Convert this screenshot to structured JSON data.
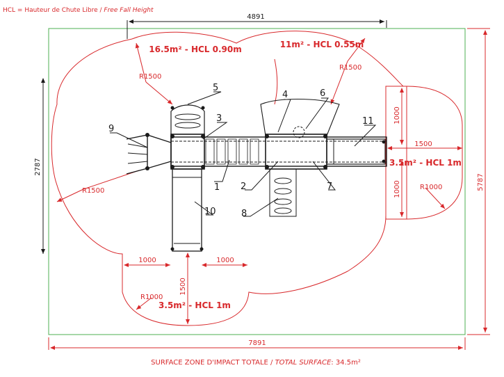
{
  "header": {
    "legend_main": "HCL = Hauteur de Chute Libre / ",
    "legend_italic": "Free Fall Height"
  },
  "dimensions": {
    "top_width": "4891",
    "total_width": "7891",
    "left_height": "2787",
    "right_height": "5787",
    "right_zone_top": "1000",
    "right_zone_bottom": "1000",
    "right_zone_width": "1500",
    "bottom_left": "1000",
    "bottom_right": "1000",
    "bottom_height": "1500"
  },
  "radii": {
    "top_left": "R1500",
    "top_right": "R1500",
    "left": "R1500",
    "right_zone": "R1000",
    "bottom_zone": "R1000"
  },
  "zones": {
    "top_left": "16.5m² - HCL 0.90m",
    "top_right": "11m² - HCL 0.55m",
    "right": "3.5m² - HCL 1m",
    "bottom": "3.5m² - HCL 1m"
  },
  "callouts": [
    "1",
    "2",
    "3",
    "4",
    "5",
    "6",
    "7",
    "8",
    "9",
    "10",
    "11"
  ],
  "footer": {
    "total_main": "SURFACE ZONE D'IMPACT TOTALE / ",
    "total_italic": "TOTAL SURFACE",
    "total_value": ": 34.5m²"
  },
  "colors": {
    "red": "#d8282b",
    "black": "#1a1a1a",
    "green": "#4caf50"
  }
}
